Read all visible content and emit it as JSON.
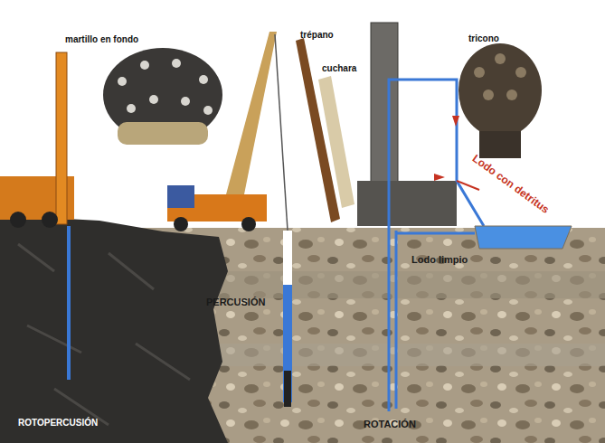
{
  "diagram": {
    "labels": [
      "martillo en fondo",
      "trépano",
      "cuchara",
      "tricono",
      "Lodo con detritus",
      "Lodo limpio",
      "PERCUSIÓN",
      "ROTOPERCUSIÓN",
      "ROTACIÓN"
    ]
  }
}
